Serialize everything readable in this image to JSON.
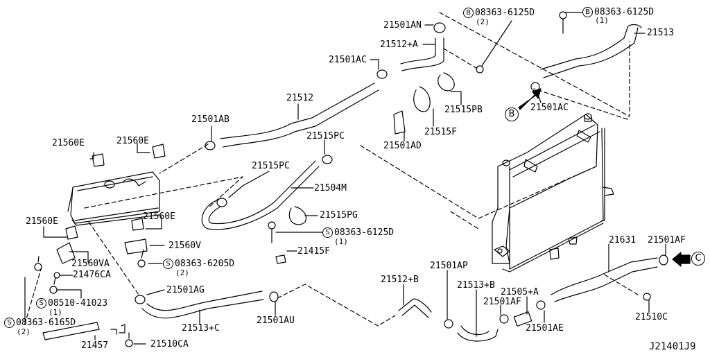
{
  "diagram": {
    "title": "Radiator hose & mounting parts diagram",
    "drawing_ref": "J21401J9",
    "colors": {
      "ink": "#000000",
      "background": "#ffffff"
    }
  },
  "parts": {
    "p21501AN": "21501AN",
    "p21512A": "21512+A",
    "p21501AC_top": "21501AC",
    "p21512": "21512",
    "p21501AB": "21501AB",
    "p21515PB": "21515PB",
    "p21515F": "21515F",
    "p21501AD": "21501AD",
    "p21513": "21513",
    "p21501AC_right": "21501AC",
    "p21560E_1": "21560E",
    "p21560E_2": "21560E",
    "p21515PC_1": "21515PC",
    "p21515PC_2": "21515PC",
    "p21504M": "21504M",
    "p21560E_3": "21560E",
    "p21560E_4": "21560E",
    "p21515PG": "21515PG",
    "p21415F": "21415F",
    "p21560V": "21560V",
    "p21560VA": "21560VA",
    "p21476CA": "21476CA",
    "p21501AG": "21501AG",
    "p21513C": "21513+C",
    "p21501AU": "21501AU",
    "p21512B": "21512+B",
    "p21501AP": "21501AP",
    "p21513B": "21513+B",
    "p21505A": "21505+A",
    "p21501AF_1": "21501AF",
    "p21501AE": "21501AE",
    "p21631": "21631",
    "p21501AF_2": "21501AF",
    "p21510C": "21510C",
    "p21457": "21457",
    "p21510CA": "21510CA"
  },
  "fasteners": {
    "f1": {
      "symbol": "B",
      "number": "08363-6125D",
      "qty": "(2)"
    },
    "f2": {
      "symbol": "B",
      "number": "08363-6125D",
      "qty": "(1)"
    },
    "f3": {
      "symbol": "S",
      "number": "08363-6125D",
      "qty": "(1)"
    },
    "f4": {
      "symbol": "S",
      "number": "08363-6205D",
      "qty": "(2)"
    },
    "f5": {
      "symbol": "S",
      "number": "08510-41023",
      "qty": "(1)"
    },
    "f6": {
      "symbol": "S",
      "number": "08363-6165D",
      "qty": "(2)"
    }
  },
  "view_markers": {
    "b": "B",
    "c": "C"
  }
}
